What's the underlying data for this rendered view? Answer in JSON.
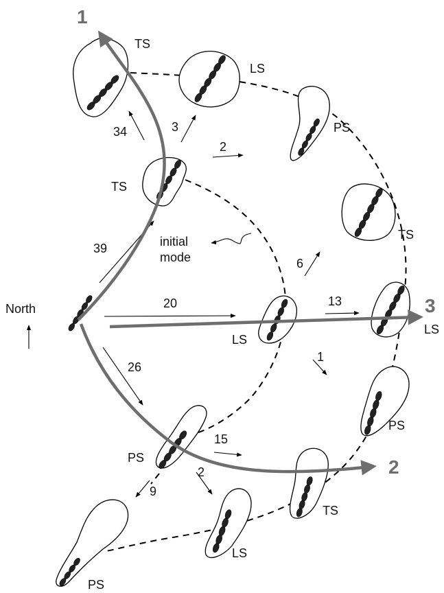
{
  "title": "",
  "compass": {
    "label": "North"
  },
  "initial_mode": {
    "line1": "initial",
    "line2": "mode"
  },
  "routes": [
    {
      "name": "1",
      "color": "#6e6e6e"
    },
    {
      "name": "2",
      "color": "#6e6e6e"
    },
    {
      "name": "3",
      "color": "#6e6e6e"
    }
  ],
  "transitions": [
    {
      "id": "t39",
      "count": "39"
    },
    {
      "id": "t34",
      "count": "34"
    },
    {
      "id": "t3",
      "count": "3"
    },
    {
      "id": "t2a",
      "count": "2"
    },
    {
      "id": "t20",
      "count": "20"
    },
    {
      "id": "t13",
      "count": "13"
    },
    {
      "id": "t6",
      "count": "6"
    },
    {
      "id": "t1",
      "count": "1"
    },
    {
      "id": "t26",
      "count": "26"
    },
    {
      "id": "t15",
      "count": "15"
    },
    {
      "id": "t2b",
      "count": "2"
    },
    {
      "id": "t9",
      "count": "9"
    }
  ],
  "nodes": [
    {
      "id": "ts-top-left",
      "label": "TS"
    },
    {
      "id": "ls-top",
      "label": "LS"
    },
    {
      "id": "ps-top-right",
      "label": "PS"
    },
    {
      "id": "ts-right",
      "label": "TS"
    },
    {
      "id": "ls-right",
      "label": "LS"
    },
    {
      "id": "ps-right",
      "label": "PS"
    },
    {
      "id": "ts-bottom",
      "label": "TS"
    },
    {
      "id": "ls-bottom",
      "label": "LS"
    },
    {
      "id": "ps-bottom-left",
      "label": "PS"
    },
    {
      "id": "ps-mid",
      "label": "PS"
    },
    {
      "id": "ts-inner",
      "label": "TS"
    },
    {
      "id": "ls-inner",
      "label": "LS"
    }
  ]
}
